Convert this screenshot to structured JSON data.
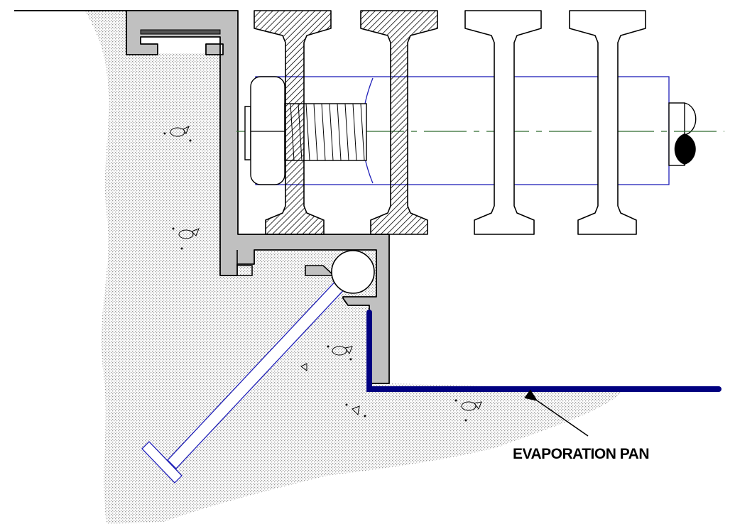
{
  "labels": {
    "evaporation_pan": "EVAPORATION PAN"
  },
  "colors": {
    "background": "#ffffff",
    "outline": "#000000",
    "aluminum_profile": "#c0c0c0",
    "concrete_dots": "#9a9a9a",
    "bolt_and_rod_lines": "#1f1fb8",
    "evaporation_pan": "#000080",
    "centerline": "#2e6b2e",
    "hatch": "#000000"
  },
  "parts": [
    "concrete-substrate",
    "aluminum-channel-profile",
    "i-beam-sections-hatched",
    "i-beam-sections-plain",
    "hex-bolt",
    "threaded-rod",
    "rod-end-break",
    "anchor-rod",
    "evaporation-pan",
    "centerline"
  ]
}
